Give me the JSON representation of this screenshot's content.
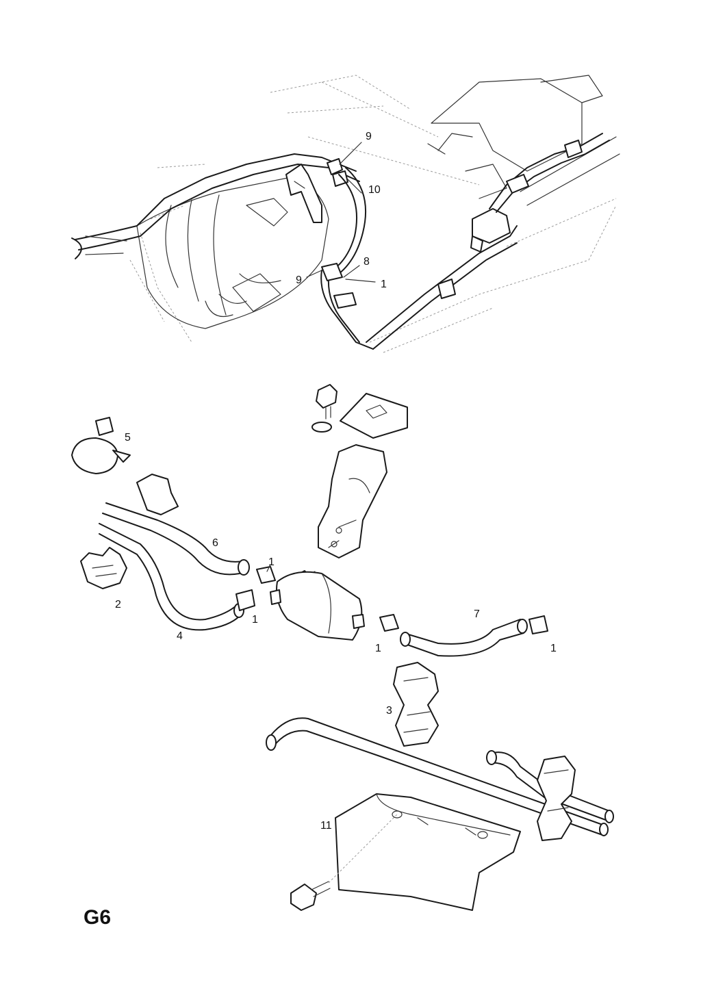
{
  "page_code": "G6",
  "callouts": {
    "c1a": "1",
    "c1b": "1",
    "c1c": "1",
    "c1d": "1",
    "c1e": "1",
    "c2": "2",
    "c3": "3",
    "c4": "4",
    "c5": "5",
    "c6": "6",
    "c7": "7",
    "c8": "8",
    "c9a": "9",
    "c9b": "9",
    "c10": "10",
    "c11": "11"
  }
}
